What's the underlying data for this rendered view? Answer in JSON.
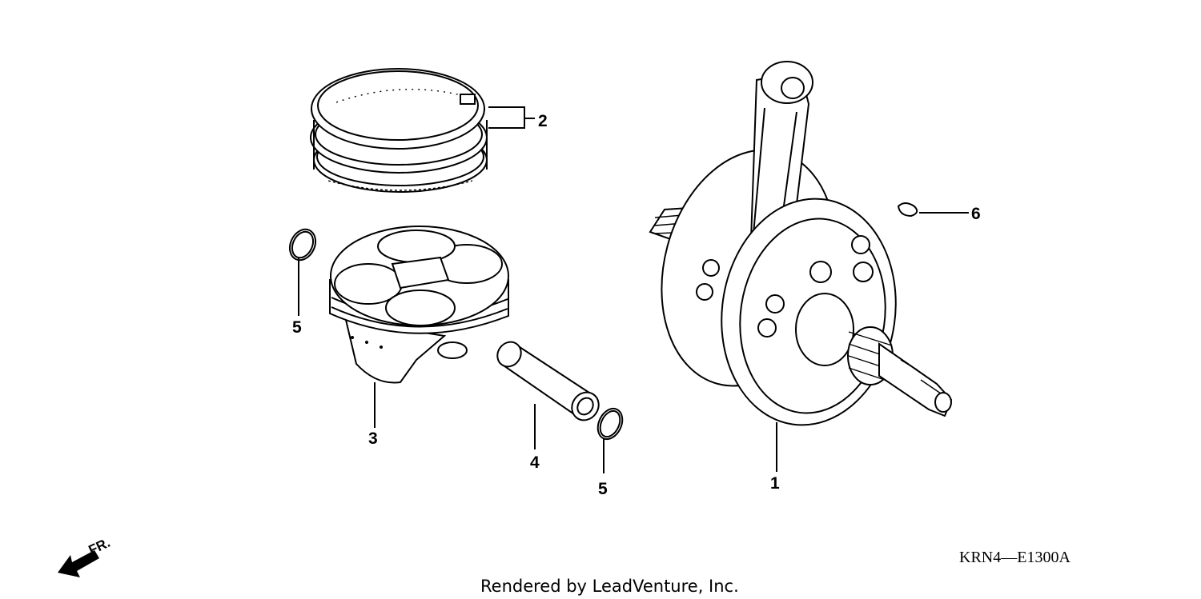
{
  "callouts": {
    "crankshaft": "1",
    "piston_rings": "2",
    "piston": "3",
    "piston_pin": "4",
    "clip_left": "5",
    "clip_right": "5",
    "key": "6"
  },
  "front_arrow_label": "FR.",
  "diagram_code": "KRN4—E1300A",
  "credit": "Rendered by LeadVenture, Inc.",
  "icons": {
    "front_arrow": "front-direction-arrow-icon"
  }
}
